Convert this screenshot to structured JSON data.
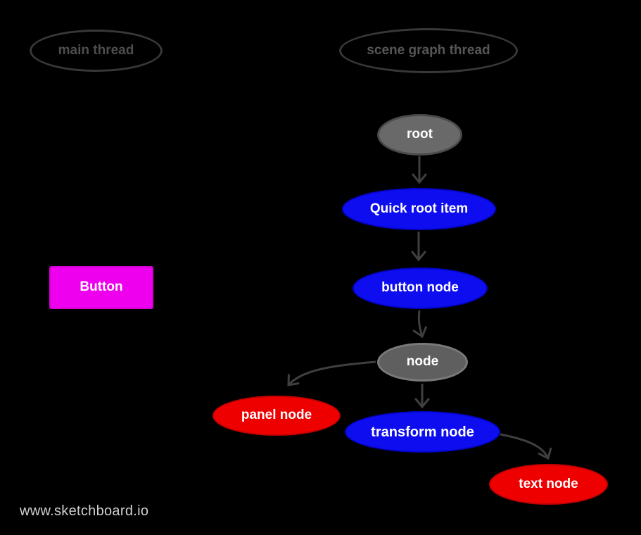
{
  "diagram": {
    "threads": {
      "main": {
        "label": "main thread"
      },
      "scene_graph": {
        "label": "scene graph thread"
      }
    },
    "nodes": {
      "root": {
        "label": "root",
        "color": "#696969",
        "shape": "ellipse"
      },
      "quick_root_item": {
        "label": "Quick root item",
        "color": "#0d0df0",
        "shape": "ellipse"
      },
      "button_node": {
        "label": "button node",
        "color": "#0d0df0",
        "shape": "ellipse"
      },
      "node": {
        "label": "node",
        "color": "#5f5f5f",
        "shape": "ellipse"
      },
      "panel_node": {
        "label": "panel node",
        "color": "#ee0000",
        "shape": "ellipse"
      },
      "transform_node": {
        "label": "transform node",
        "color": "#0d0df0",
        "shape": "ellipse"
      },
      "text_node": {
        "label": "text node",
        "color": "#ee0000",
        "shape": "ellipse"
      },
      "button_widget": {
        "label": "Button",
        "color": "#ee00ee",
        "shape": "rectangle"
      }
    },
    "edges": [
      {
        "from": "root",
        "to": "quick_root_item"
      },
      {
        "from": "quick_root_item",
        "to": "button_node"
      },
      {
        "from": "button_node",
        "to": "node"
      },
      {
        "from": "node",
        "to": "panel_node"
      },
      {
        "from": "node",
        "to": "transform_node"
      },
      {
        "from": "transform_node",
        "to": "text_node"
      }
    ],
    "colors": {
      "background": "#000000",
      "node_blue": "#0d0df0",
      "node_red": "#ee0000",
      "node_gray_fill": "#696969",
      "node_gray_border": "#4a4a4a",
      "node_gray2_fill": "#5f5f5f",
      "node_gray2_border": "#7a7a7a",
      "button_magenta": "#ee00ee",
      "thread_outline": "#383838",
      "arrow": "#3f3f3f",
      "label_text": "#ffffff",
      "watermark_text": "#cfcfcf"
    },
    "watermark": "www.sketchboard.io"
  }
}
